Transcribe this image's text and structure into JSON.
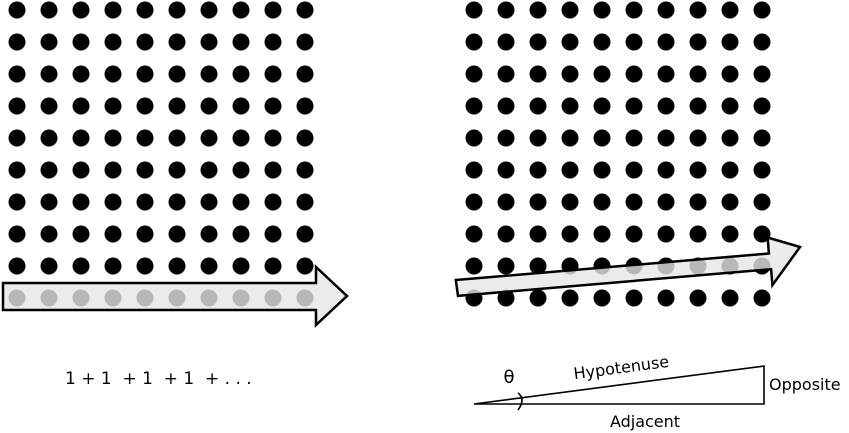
{
  "left_panel": {
    "series_text": "1 + 1  + 1  + 1  + . . ."
  },
  "right_panel": {
    "triangle": {
      "angle_symbol": "θ",
      "hypotenuse_label": "Hypotenuse",
      "opposite_label": "Opposite",
      "adjacent_label": "Adjacent"
    }
  },
  "colors": {
    "dot": "#000000",
    "arrow_fill": "#e6e6e6",
    "arrow_stroke": "#000000",
    "background": "#ffffff"
  }
}
